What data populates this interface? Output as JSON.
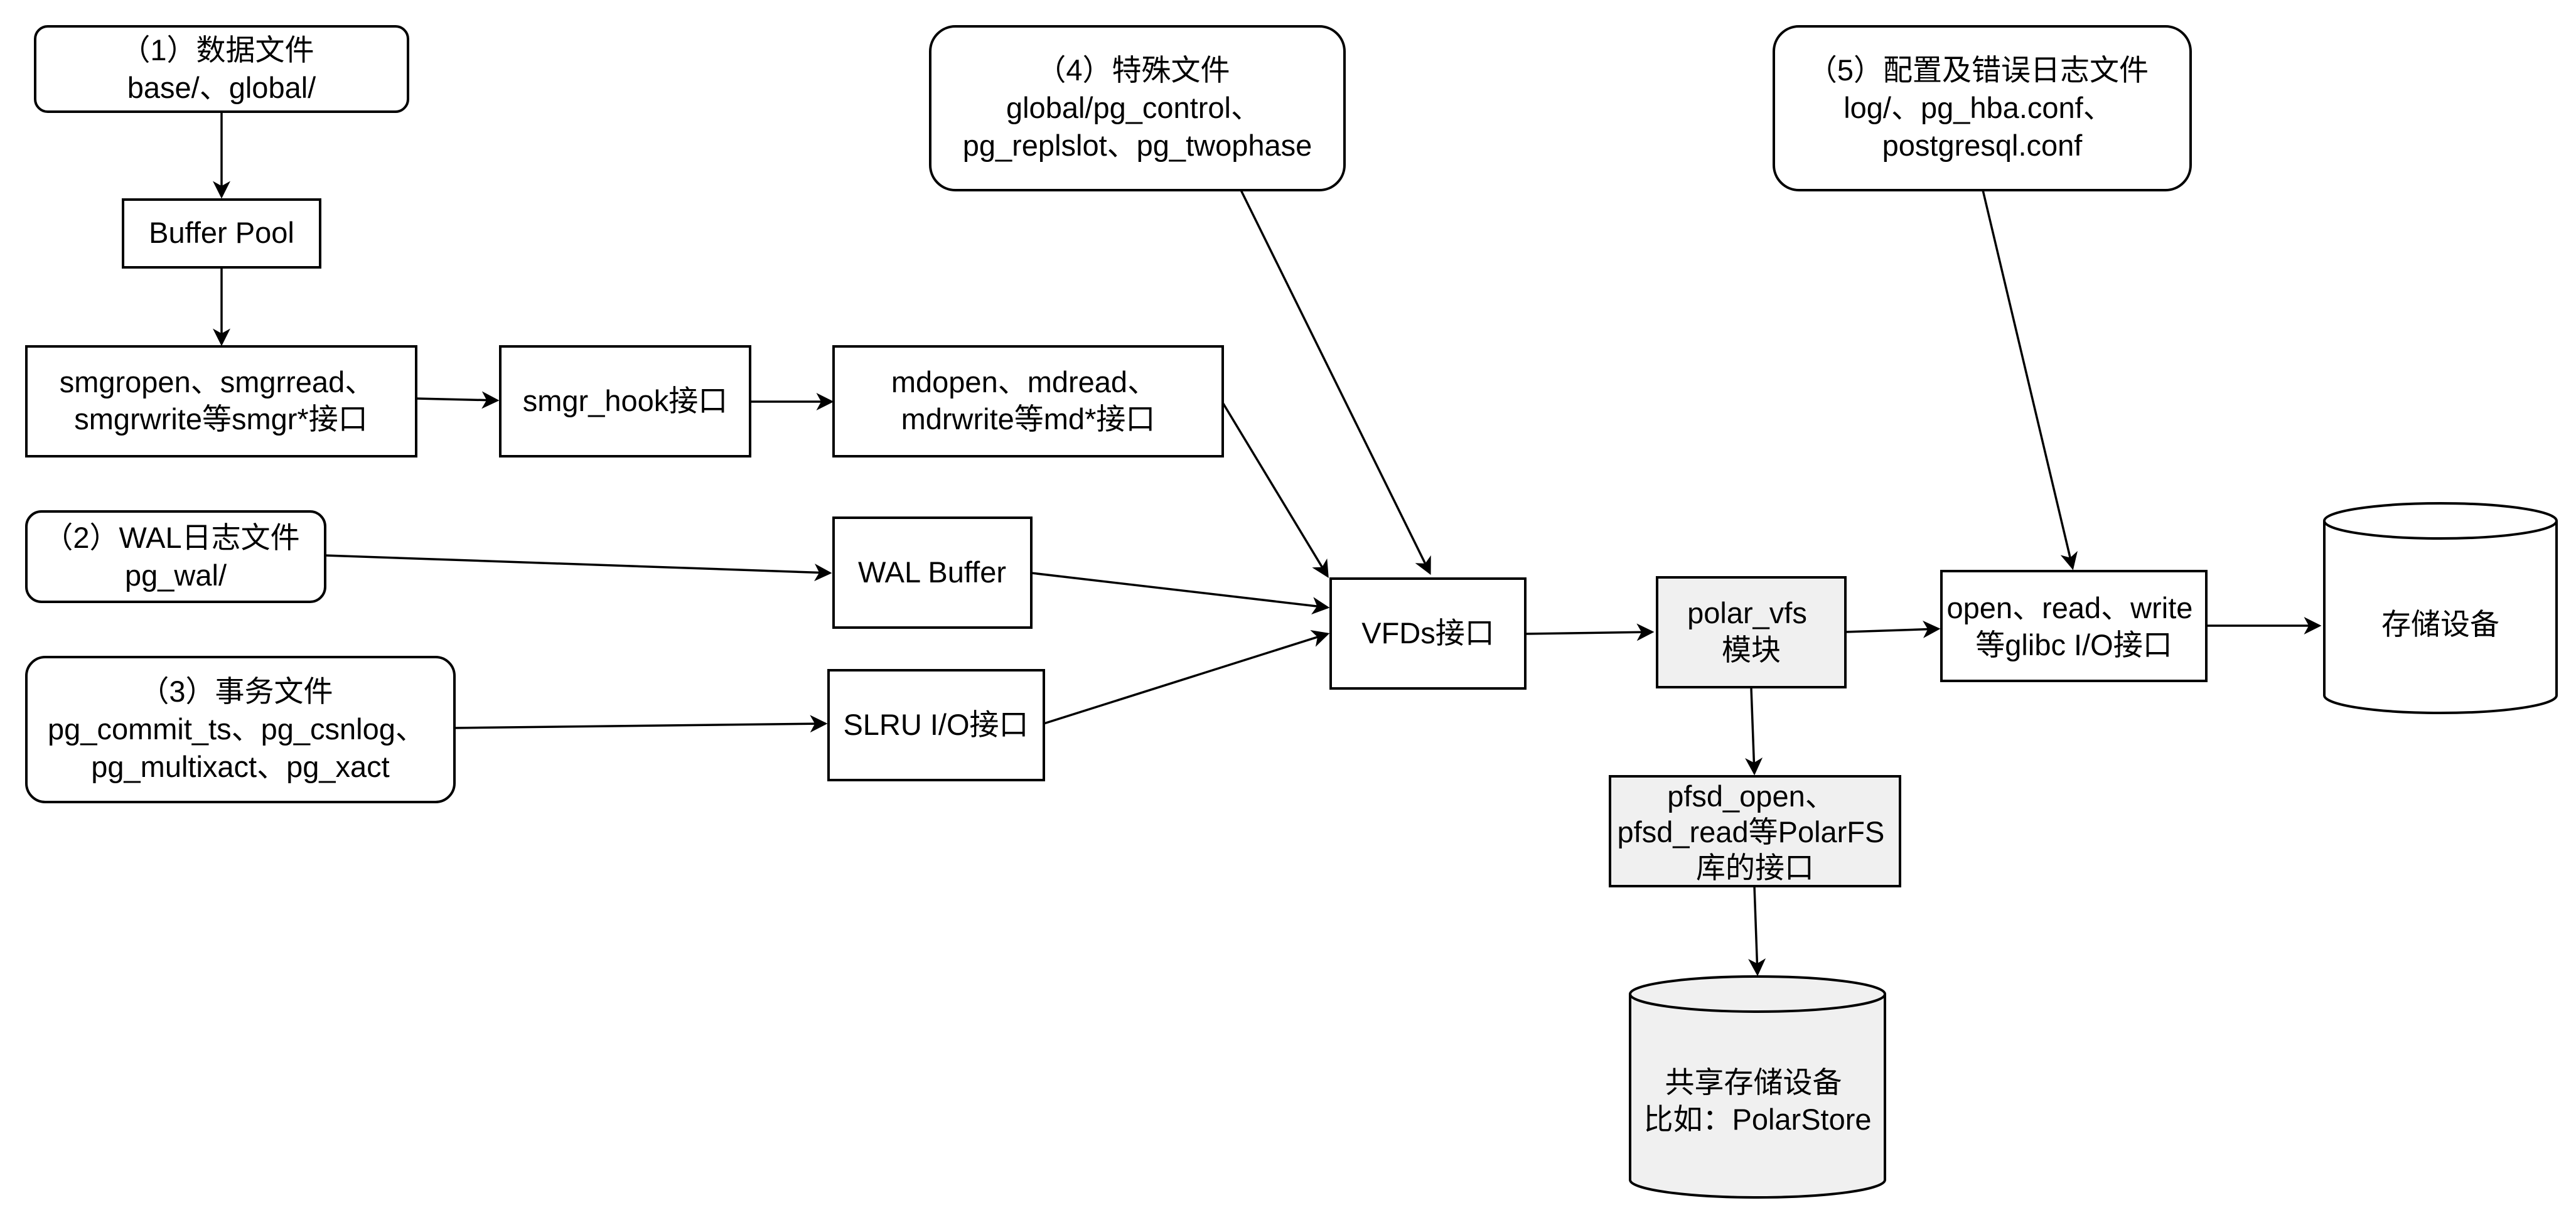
{
  "nodes": {
    "data_files": {
      "lines": [
        "（1）数据文件",
        "base/、global/"
      ]
    },
    "buffer_pool": {
      "lines": [
        "Buffer Pool"
      ]
    },
    "smgr_api": {
      "lines": [
        "smgropen、smgrread、",
        "smgrwrite等smgr*接口"
      ]
    },
    "smgr_hook": {
      "lines": [
        "smgr_hook接口"
      ]
    },
    "md_api": {
      "lines": [
        "mdopen、mdread、",
        "mdrwrite等md*接口"
      ]
    },
    "wal_files": {
      "lines": [
        "（2）WAL日志文件",
        "pg_wal/"
      ]
    },
    "wal_buffer": {
      "lines": [
        "WAL Buffer"
      ]
    },
    "txn_files": {
      "lines": [
        "（3）事务文件",
        "pg_commit_ts、pg_csnlog、",
        "pg_multixact、pg_xact"
      ]
    },
    "slru_io": {
      "lines": [
        "SLRU I/O接口"
      ]
    },
    "special_files": {
      "lines": [
        "（4）特殊文件",
        "global/pg_control、",
        "pg_replslot、pg_twophase"
      ]
    },
    "vfd_api": {
      "lines": [
        "VFDs接口"
      ]
    },
    "polar_vfs": {
      "lines": [
        "polar_vfs",
        "模块"
      ]
    },
    "config_files": {
      "lines": [
        "（5）配置及错误日志文件",
        "log/、pg_hba.conf、",
        "postgresql.conf"
      ]
    },
    "glibc_io": {
      "lines": [
        "open、read、write",
        "等glibc I/O接口"
      ]
    },
    "storage": {
      "lines": [
        "存储设备"
      ]
    },
    "pfsd_api": {
      "lines": [
        "pfsd_open、",
        "pfsd_read等PolarFS",
        "库的接口"
      ]
    },
    "shared_storage": {
      "lines": [
        "共享存储设备",
        "比如：PolarStore"
      ]
    }
  }
}
